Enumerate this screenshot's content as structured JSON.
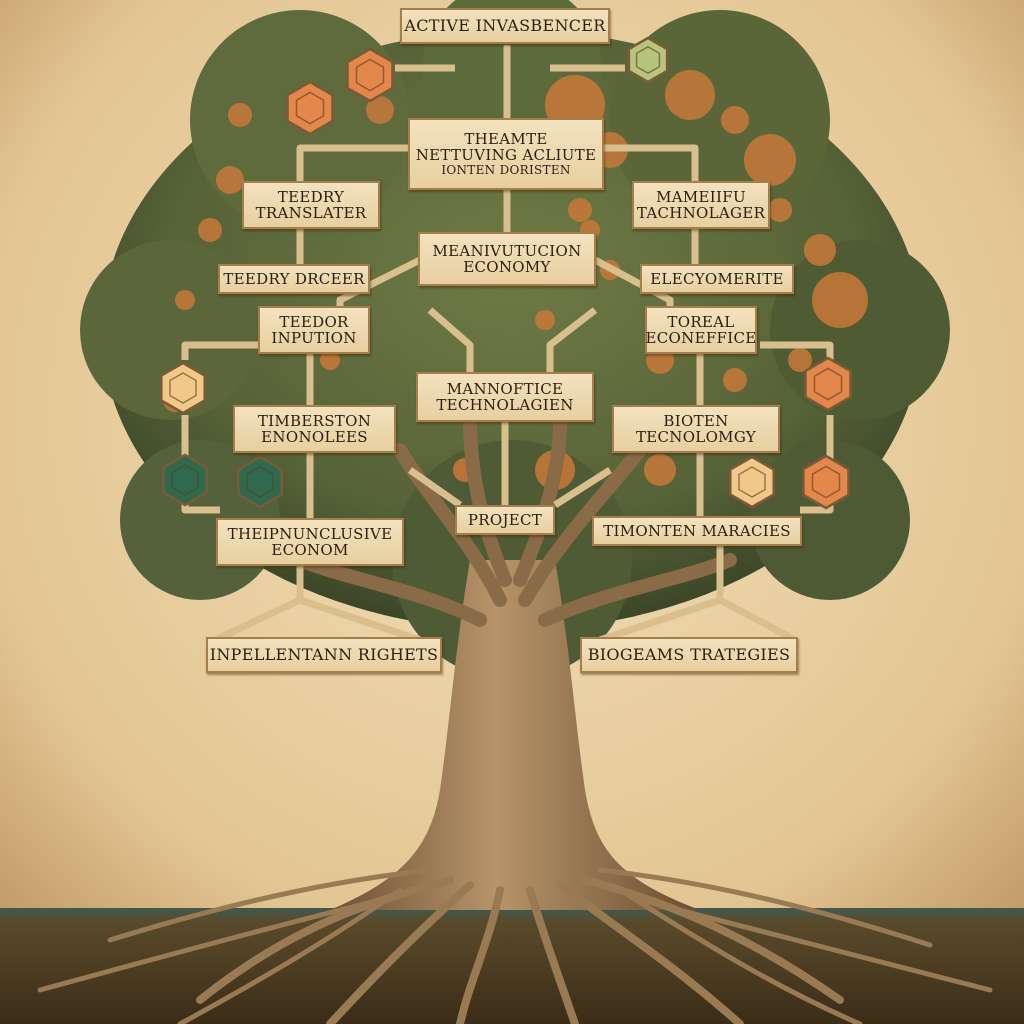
{
  "colors": {
    "parchment": "#e8d2a6",
    "parchment_dark": "#c9a36b",
    "foliage": "#5f6b3c",
    "foliage_dark": "#3f4a2a",
    "fruit": "#c8793a",
    "trunk": "#a37f55",
    "trunk_dark": "#6d4f33",
    "soil": "#4c3a21",
    "horizon": "#3f5a4e",
    "panel": "#efdcb4",
    "panel_border": "#a47f4c",
    "hex_orange": "#e3874a",
    "hex_green": "#2f6a4f",
    "hex_cream": "#f1c889"
  },
  "labels": {
    "top": "ACTIVE INVASBENCER",
    "center1": [
      "THEAMTE",
      "NETTUVING ACLIUTE",
      "IONTEN DORISTEN"
    ],
    "left1": [
      "TEEDRY",
      "TRANSLATER"
    ],
    "right1": [
      "MAMEIIFU",
      "TACHNOLAGER"
    ],
    "center2": [
      "MEANIVUTUCION",
      "ECONOMY"
    ],
    "left2": [
      "TEEDRY DRCEER"
    ],
    "right2": [
      "ELECYOMERITE"
    ],
    "left3": [
      "TEEDOR",
      "INPUTION"
    ],
    "right3": [
      "TOREAL",
      "ECONEFFICE"
    ],
    "center3": [
      "MANNOFTICE",
      "TECHNOLAGIEN"
    ],
    "left4": [
      "TIMBERSTON",
      "ENONOLEES"
    ],
    "right4": [
      "BIOTEN",
      "TECNOLOMGY"
    ],
    "center4": [
      "PROJECT"
    ],
    "left5": [
      "THEIPNUNCLUSIVE",
      "ECONOM"
    ],
    "right5": [
      "TIMONTEN MARACIES"
    ],
    "left6": [
      "INPELLENTANN RIGHETS"
    ],
    "right6": [
      "BIOGEAMS TRATEGIES"
    ]
  },
  "icons": [
    "hex-icon-orange-top-left",
    "hex-icon-orange-left",
    "hex-icon-circuit-top-right",
    "hex-icon-cream-left",
    "hex-icon-green-circuit-left",
    "hex-icon-green-left",
    "hex-icon-orange-right",
    "hex-icon-cream-right",
    "hex-icon-orange-right-lower"
  ]
}
